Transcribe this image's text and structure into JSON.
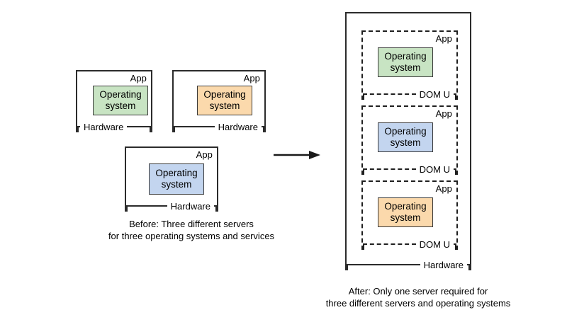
{
  "diagram": {
    "title_none": "",
    "labels": {
      "app": "App",
      "hardware": "Hardware",
      "domu": "DOM U",
      "os_line1": "Operating",
      "os_line2": "system"
    },
    "colors": {
      "green": "#c8e4c3",
      "orange": "#fbd9ac",
      "blue": "#c3d5ef",
      "stroke": "#2b2b2b",
      "os_stroke": "#3a3a3a",
      "background": "#ffffff"
    },
    "before": {
      "servers": [
        {
          "id": "server-green",
          "os_color": "#c8e4c3",
          "app_label": "App",
          "hardware_label": "Hardware",
          "hardware_align": "left"
        },
        {
          "id": "server-orange",
          "os_color": "#fbd9ac",
          "app_label": "App",
          "hardware_label": "Hardware",
          "hardware_align": "right"
        },
        {
          "id": "server-blue",
          "os_color": "#c3d5ef",
          "app_label": "App",
          "hardware_label": "Hardware",
          "hardware_align": "right"
        }
      ],
      "caption": "Before: Three different servers\nfor three operating systems and services"
    },
    "after": {
      "hardware_label": "Hardware",
      "domains": [
        {
          "id": "domu-green",
          "os_color": "#c8e4c3",
          "app_label": "App",
          "domu_label": "DOM U"
        },
        {
          "id": "domu-blue",
          "os_color": "#c3d5ef",
          "app_label": "App",
          "domu_label": "DOM U"
        },
        {
          "id": "domu-orange",
          "os_color": "#fbd9ac",
          "app_label": "App",
          "domu_label": "DOM U"
        }
      ],
      "caption": "After: Only one server required for\nthree different servers and operating systems"
    },
    "arrow": {
      "name": "transition-arrow"
    }
  }
}
